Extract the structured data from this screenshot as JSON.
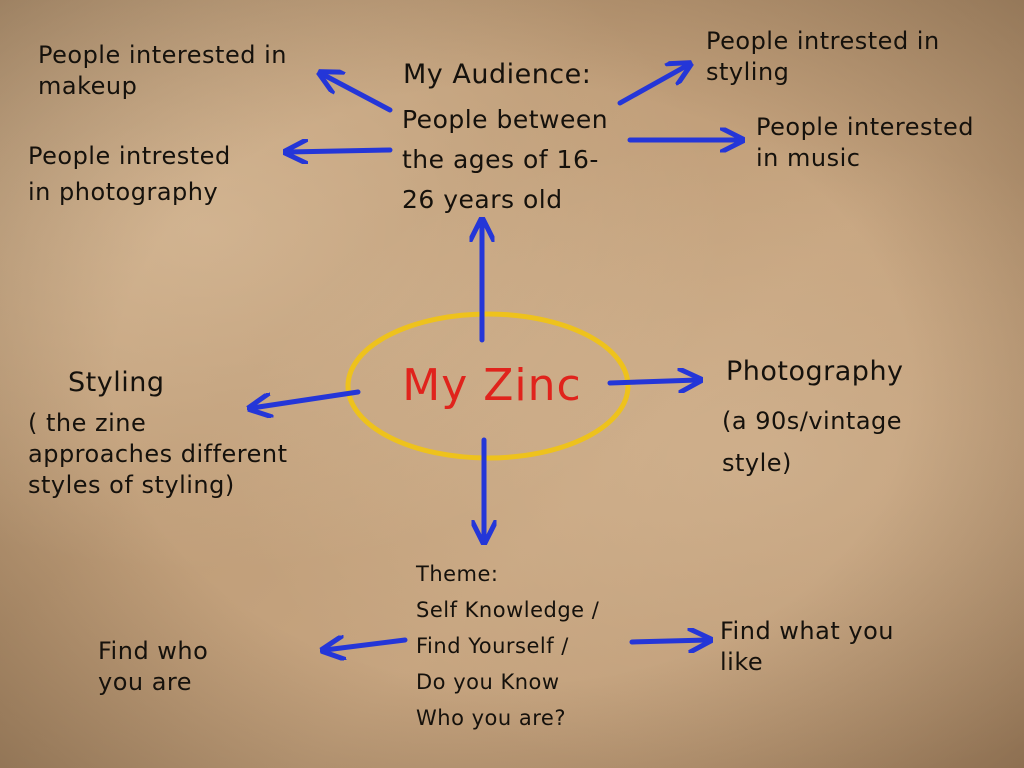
{
  "colors": {
    "paper": "#c2a07c",
    "ink": "#15110c",
    "arrow": "#2436d8",
    "center_text": "#e0231c",
    "center_ring": "#eec21c"
  },
  "center": {
    "label": "My Zinc"
  },
  "audience": {
    "heading": "My Audience:",
    "body": "People between\nthe ages of 16-\n26 years old"
  },
  "audience_branches": {
    "makeup": "People interested in\nmakeup",
    "photography": "People intrested\nin photography",
    "styling": "People intrested in\nstyling",
    "music": "People interested\nin music"
  },
  "styling": {
    "heading": "Styling",
    "body": "( the zine\napproaches different\nstyles of styling)"
  },
  "photography": {
    "heading": "Photography",
    "body": "(a 90s/vintage\nstyle)"
  },
  "theme": {
    "text": "Theme:\nSelf Knowledge /\nFind Yourself /\nDo you Know\nWho you are?"
  },
  "theme_branches": {
    "left": "Find who\nyou are",
    "right": "Find what you\nlike"
  }
}
